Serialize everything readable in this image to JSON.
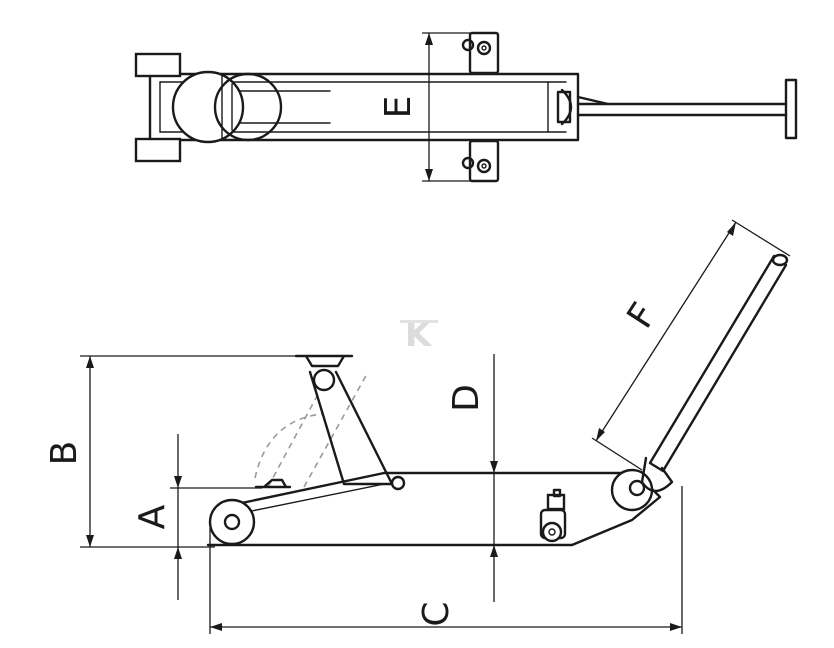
{
  "diagram": {
    "labels": {
      "a": "A",
      "b": "B",
      "c": "C",
      "d": "D",
      "e": "E",
      "f": "F"
    },
    "watermark": "K"
  }
}
